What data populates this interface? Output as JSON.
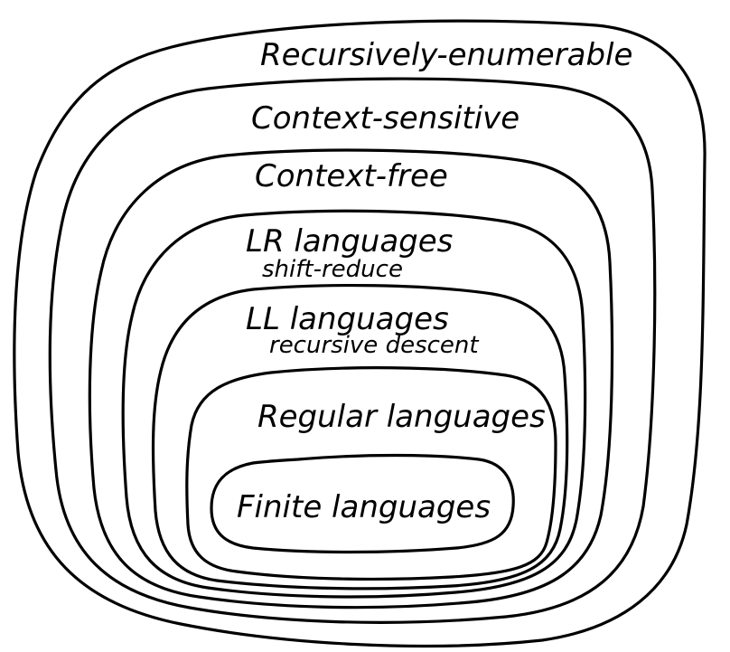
{
  "diagram": {
    "levels": [
      {
        "label": "Recursively-enumerable"
      },
      {
        "label": "Context-sensitive"
      },
      {
        "label": "Context-free"
      },
      {
        "label": "LR languages",
        "sublabel": "shift-reduce"
      },
      {
        "label": "LL languages",
        "sublabel": "recursive descent"
      },
      {
        "label": "Regular languages"
      },
      {
        "label": "Finite languages"
      }
    ]
  }
}
